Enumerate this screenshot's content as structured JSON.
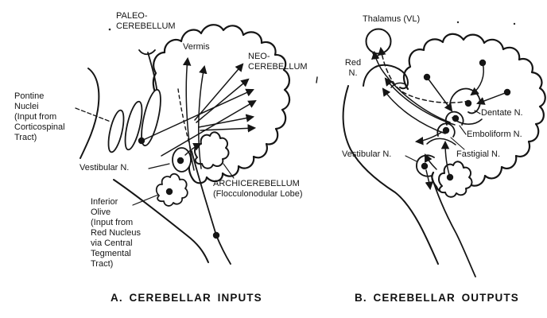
{
  "figure": {
    "background": "#ffffff",
    "ink": "#151515",
    "panel_a": {
      "caption": "A. CEREBELLAR INPUTS",
      "labels": {
        "paleocerebellum": "PALEO-\nCEREBELLUM",
        "vermis": "Vermis",
        "neocerebellum": "NEO-\nCEREBELLUM",
        "pontine_nuclei": "Pontine\nNuclei\n(Input from\nCorticospinal\nTract)",
        "vestibular_n": "Vestibular N.",
        "archicerebellum": "ARCHICEREBELLUM\n(Flocculonodular Lobe)",
        "inferior_olive": "Inferior\nOlive\n(Input from\nRed Nucleus\nvia Central\nTegmental\nTract)"
      }
    },
    "panel_b": {
      "caption": "B. CEREBELLAR OUTPUTS",
      "labels": {
        "thalamus": "Thalamus (VL)",
        "red_nucleus": "Red\nN.",
        "vestibular_n": "Vestibular N.",
        "dentate_n": "Dentate N.",
        "emboliform_n": "Emboliform N.",
        "fastigial_n": "Fastigial N."
      }
    }
  }
}
